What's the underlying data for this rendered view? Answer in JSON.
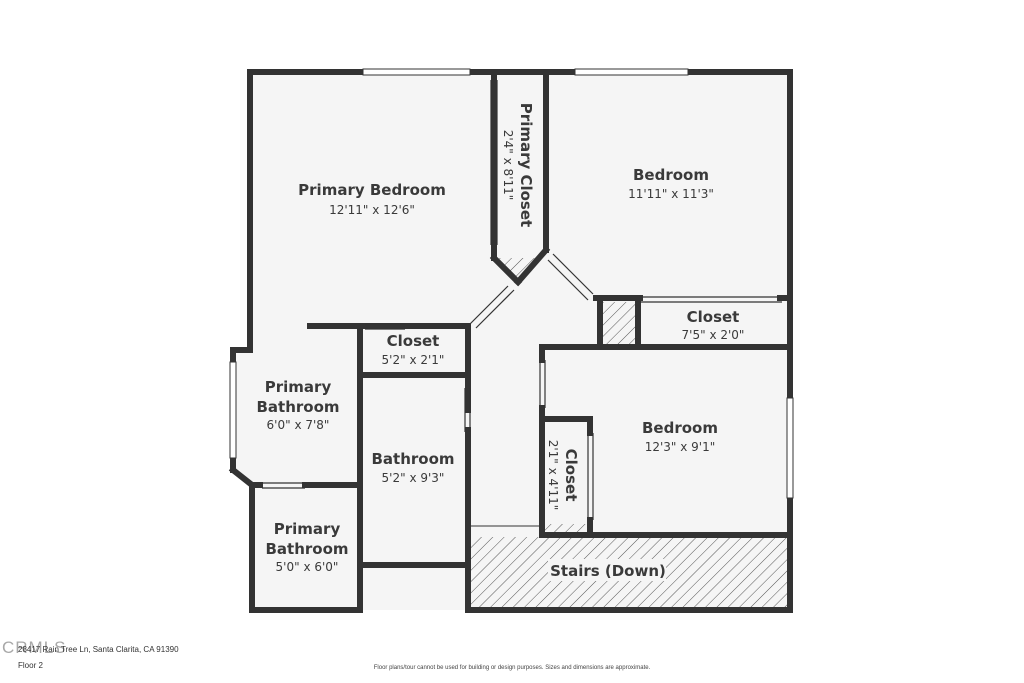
{
  "rooms": {
    "primary_bedroom": {
      "name": "Primary Bedroom",
      "dims": "12'11\" x 12'6\""
    },
    "primary_closet": {
      "name": "Primary Closet",
      "dims": "2'4\" x 8'11\""
    },
    "bedroom_1": {
      "name": "Bedroom",
      "dims": "11'11\" x 11'3\""
    },
    "closet_2": {
      "name": "Closet",
      "dims": "7'5\" x 2'0\""
    },
    "closet_1": {
      "name": "Closet",
      "dims": "5'2\" x 2'1\""
    },
    "primary_bathroom_1": {
      "line1": "Primary",
      "line2": "Bathroom",
      "dims": "6'0\" x 7'8\""
    },
    "bathroom": {
      "name": "Bathroom",
      "dims": "5'2\" x 9'3\""
    },
    "bedroom_2": {
      "name": "Bedroom",
      "dims": "12'3\" x 9'1\""
    },
    "closet_3": {
      "name": "Closet",
      "dims": "2'1\" x 4'11\""
    },
    "primary_bathroom_2": {
      "line1": "Primary",
      "line2": "Bathroom",
      "dims": "5'0\" x 6'0\""
    },
    "stairs": {
      "name": "Stairs (Down)"
    }
  },
  "footer": {
    "address": "28417 Rain Tree Ln, Santa Clarita, CA 91390",
    "floor": "Floor 2",
    "disclaimer": "Floor plans/tour cannot be used for building or design purposes. Sizes and dimensions are approximate.",
    "watermark": "CRMLS"
  },
  "colors": {
    "wall": "#333333",
    "floor": "#f5f5f5",
    "window": "#ffffff"
  }
}
